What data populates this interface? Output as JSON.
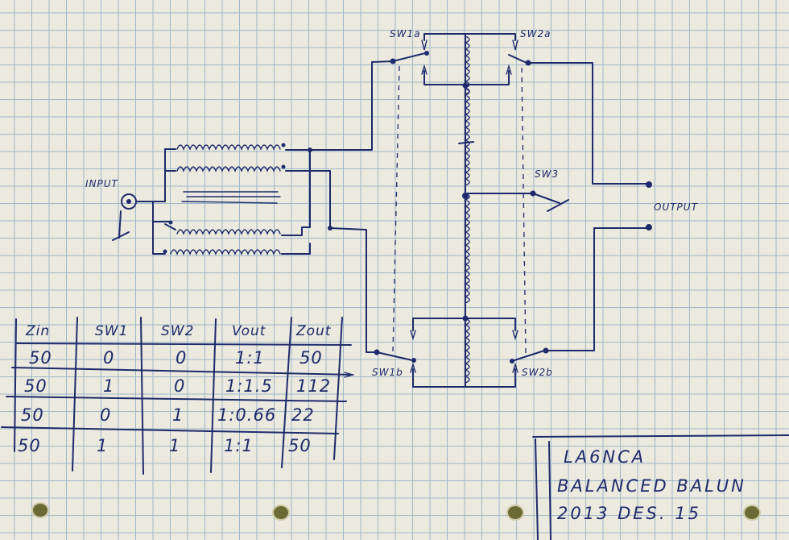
{
  "labels": {
    "input": "INPUT",
    "output": "OUTPUT",
    "sw1a": "SW1a",
    "sw2a": "SW2a",
    "sw3": "SW3",
    "sw1b": "SW1b",
    "sw2b": "SW2b"
  },
  "table": {
    "headers": [
      "Zin",
      "SW1",
      "SW2",
      "Vout",
      "Zout"
    ],
    "rows": [
      [
        "50",
        "0",
        "0",
        "1:1",
        "50"
      ],
      [
        "50",
        "1",
        "0",
        "1:1.5",
        "112"
      ],
      [
        "50",
        "0",
        "1",
        "1:0.66",
        "22"
      ],
      [
        "50",
        "1",
        "1",
        "1:1",
        "50"
      ]
    ]
  },
  "title_block": {
    "callsign": "LA6NCA",
    "name": "BALANCED BALUN",
    "date": "2013 DES. 15"
  },
  "colors": {
    "ink": "#1e2a6b",
    "grid": "#9fb8c9",
    "paper": "#ece9df"
  }
}
